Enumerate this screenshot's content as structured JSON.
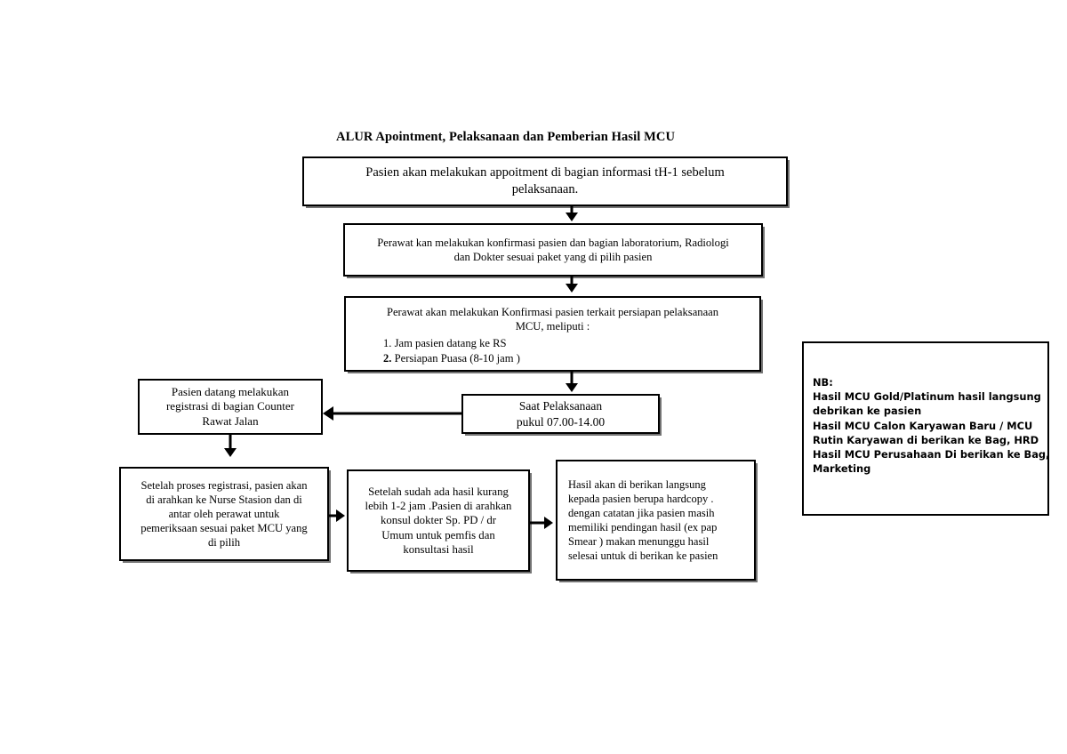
{
  "diagram": {
    "title": "ALUR Apointment, Pelaksanaan dan Pemberian Hasil MCU",
    "colors": {
      "stroke": "#000000",
      "fill": "#ffffff",
      "text": "#000000"
    },
    "nodes": {
      "appointment": {
        "id": "appointment",
        "line1": "Pasien akan melakukan appoitment di bagian informasi tH-1 sebelum",
        "line2": "pelaksanaan."
      },
      "konfirmasi": {
        "id": "konfirmasi",
        "line1": "Perawat kan melakukan konfirmasi pasien dan bagian laboratorium, Radiologi",
        "line2": "dan Dokter sesuai paket yang di pilih pasien"
      },
      "persiapan": {
        "id": "persiapan",
        "line1": "Perawat akan melakukan Konfirmasi pasien terkait persiapan pelaksanaan",
        "line2": "MCU, meliputi :",
        "items": [
          {
            "num": "1.",
            "text": "Jam pasien datang ke RS"
          },
          {
            "num": "2.",
            "text": "Persiapan Puasa (8-10 jam )"
          }
        ]
      },
      "registrasi": {
        "id": "registrasi",
        "line1": "Pasien datang melakukan",
        "line2": "registrasi di bagian Counter",
        "line3": "Rawat Jalan"
      },
      "pelaksanaan": {
        "id": "pelaksanaan",
        "line1": "Saat Pelaksanaan",
        "line2": "pukul 07.00-14.00"
      },
      "nurse_station": {
        "id": "nurse_station",
        "line1": "Setelah proses registrasi, pasien akan",
        "line2": "di arahkan ke Nurse Stasion dan di",
        "line3": "antar oleh perawat untuk",
        "line4": "pemeriksaan sesuai paket MCU yang",
        "line5": "di pilih"
      },
      "konsultasi": {
        "id": "konsultasi",
        "line1": "Setelah sudah ada hasil kurang",
        "line2": "lebih 1-2 jam .Pasien di arahkan",
        "line3": "konsul dokter Sp. PD / dr",
        "line4": "Umum untuk pemfis dan",
        "line5": "konsultasi hasil"
      },
      "hasil": {
        "id": "hasil",
        "line1": "Hasil akan di berikan langsung",
        "line2": "kepada pasien berupa hardcopy .",
        "line3": "dengan catatan jika pasien masih",
        "line4": "memiliki pendingan hasil (ex  pap",
        "line5": "Smear ) makan menunggu hasil",
        "line6": "selesai untuk di berikan ke pasien"
      },
      "nb": {
        "id": "nb",
        "heading": "NB:",
        "line1": "Hasil MCU Gold/Platinum hasil langsung",
        "line2": "debrikan ke pasien",
        "line3": "Hasil MCU Calon Karyawan Baru / MCU",
        "line4": "Rutin Karyawan di berikan ke Bag, HRD",
        "line5": "Hasil MCU Perusahaan Di berikan ke Bag,",
        "line6": "Marketing"
      }
    },
    "connectors": [
      {
        "id": "appointment-to-konfirmasi",
        "direction": "down"
      },
      {
        "id": "konfirmasi-to-persiapan",
        "direction": "down"
      },
      {
        "id": "persiapan-to-pelaksanaan",
        "direction": "down"
      },
      {
        "id": "pelaksanaan-to-registrasi",
        "direction": "left"
      },
      {
        "id": "registrasi-to-nurse-station",
        "direction": "down"
      },
      {
        "id": "nurse-station-to-konsultasi",
        "direction": "right"
      },
      {
        "id": "konsultasi-to-hasil",
        "direction": "right"
      }
    ]
  }
}
